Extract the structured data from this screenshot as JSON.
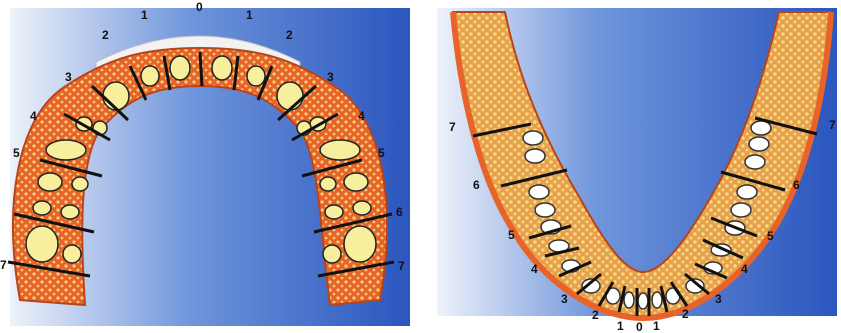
{
  "upper_arch": {
    "labels": {
      "center": "0",
      "left_1": "1",
      "right_1": "1",
      "left_2": "2",
      "right_2": "2",
      "left_3": "3",
      "right_3": "3",
      "left_4": "4",
      "right_4": "4",
      "left_5": "5",
      "right_5": "5",
      "right_6": "6",
      "left_7": "7",
      "right_7": "7"
    }
  },
  "lower_arch": {
    "labels": {
      "center": "0",
      "left_1": "1",
      "right_1": "1",
      "left_2": "2",
      "right_2": "2",
      "left_3": "3",
      "right_3": "3",
      "left_4": "4",
      "right_4": "4",
      "left_5": "5",
      "right_5": "5",
      "left_6": "6",
      "right_6": "6",
      "left_7": "7",
      "right_7": "7"
    }
  },
  "colors": {
    "background_light": "#f4f7fc",
    "background_blue": "#2f5fc4",
    "bone_orange": "#e8632a",
    "bone_edge": "#b8441a",
    "spongy_yellow": "#f0d27a",
    "root_cream": "#f7ef9c",
    "crown_white": "#f2f2f2",
    "section_line": "#111111"
  }
}
